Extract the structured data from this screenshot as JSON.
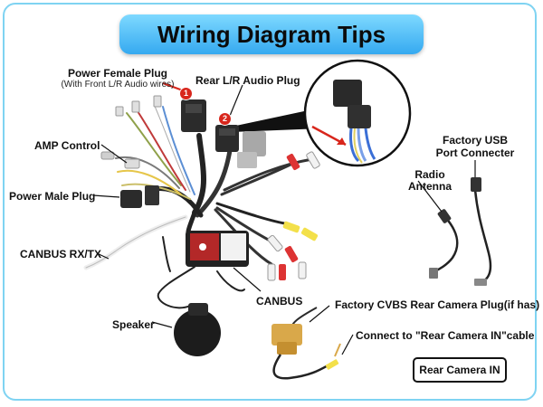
{
  "title": "Wiring Diagram Tips",
  "labels": {
    "power_female_plug": "Power Female Plug",
    "power_female_plug_sub": "(With Front L/R Audio wires)",
    "rear_audio_plug": "Rear L/R Audio Plug",
    "amp_control": "AMP Control",
    "power_male_plug": "Power Male Plug",
    "canbus_rx_tx": "CANBUS RX/TX",
    "canbus": "CANBUS",
    "speaker": "Speaker",
    "factory_usb_line1": "Factory USB",
    "factory_usb_line2": "Port Connecter",
    "radio_antenna_line1": "Radio",
    "radio_antenna_line2": "Antenna",
    "factory_cvbs": "Factory CVBS Rear Camera Plug(if has)",
    "connect_rear_camera": "Connect to \"Rear Camera IN\"cable",
    "rear_camera_in": "Rear Camera IN"
  },
  "badges": [
    "1",
    "2"
  ],
  "colors": {
    "title_gradient_top": "#7ed9ff",
    "title_gradient_bottom": "#35a9f0",
    "frame": "#7fd3f2",
    "badge": "#d8261c",
    "callout_arrow": "#d8261c"
  }
}
